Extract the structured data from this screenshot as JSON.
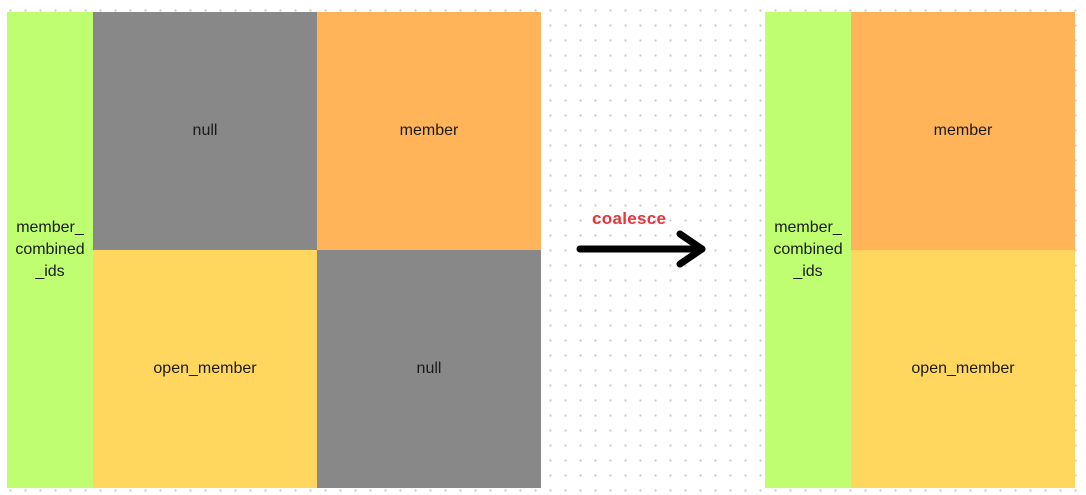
{
  "left": {
    "key_lines": [
      "member_",
      "combined",
      "_ids"
    ],
    "cells": [
      "null",
      "member",
      "open_member",
      "null"
    ]
  },
  "operation": {
    "label": "coalesce"
  },
  "right": {
    "key_lines": [
      "member_",
      "combined",
      "_ids"
    ],
    "cells": [
      "member",
      "open_member"
    ]
  },
  "colors": {
    "key": "#bffd71",
    "null": "#888888",
    "member": "#ffb45a",
    "open_member": "#ffd75f",
    "operation": "#e8333a",
    "arrow": "#000000"
  }
}
